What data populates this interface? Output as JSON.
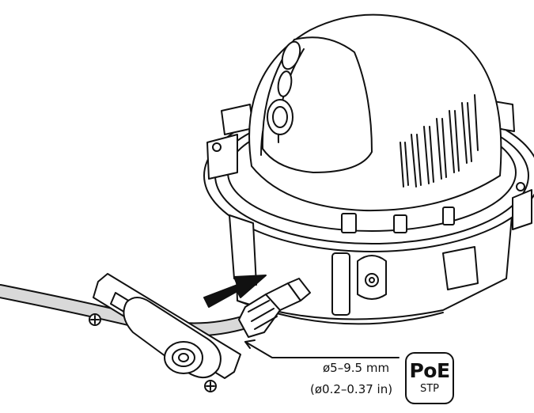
{
  "diagram": {
    "dimension_metric": "ø5–9.5 mm",
    "dimension_imperial": "(ø0.2–0.37 in)",
    "badge_main": "PoE",
    "badge_sub": "STP"
  },
  "colors": {
    "line": "#111111",
    "cable": "#d9d9d9",
    "fill": "#ffffff"
  }
}
